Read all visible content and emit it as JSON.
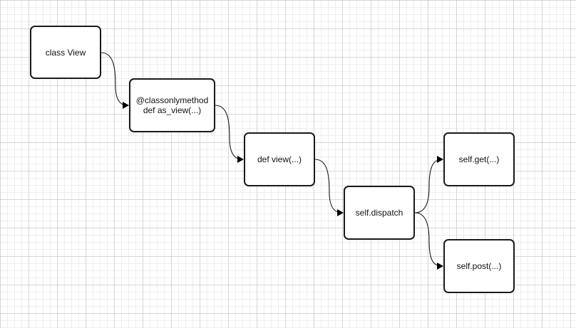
{
  "nodes": {
    "class_view": {
      "label": "class View"
    },
    "as_view": {
      "line1": "@classonlymethod",
      "line2": "def as_view(...)"
    },
    "def_view": {
      "label": "def view(...)"
    },
    "dispatch": {
      "label": "self.dispatch"
    },
    "get": {
      "label": "self.get(...)"
    },
    "post": {
      "label": "self.post(...)"
    }
  },
  "edges": [
    {
      "from": "class View",
      "to": "@classonlymethod def as_view(...)"
    },
    {
      "from": "@classonlymethod def as_view(...)",
      "to": "def view(...)"
    },
    {
      "from": "def view(...)",
      "to": "self.dispatch"
    },
    {
      "from": "self.dispatch",
      "to": "self.get(...)"
    },
    {
      "from": "self.dispatch",
      "to": "self.post(...)"
    }
  ],
  "colors": {
    "stroke": "#1a1a1a",
    "canvas": "#ffffff",
    "grid": "#d0d0d0"
  }
}
